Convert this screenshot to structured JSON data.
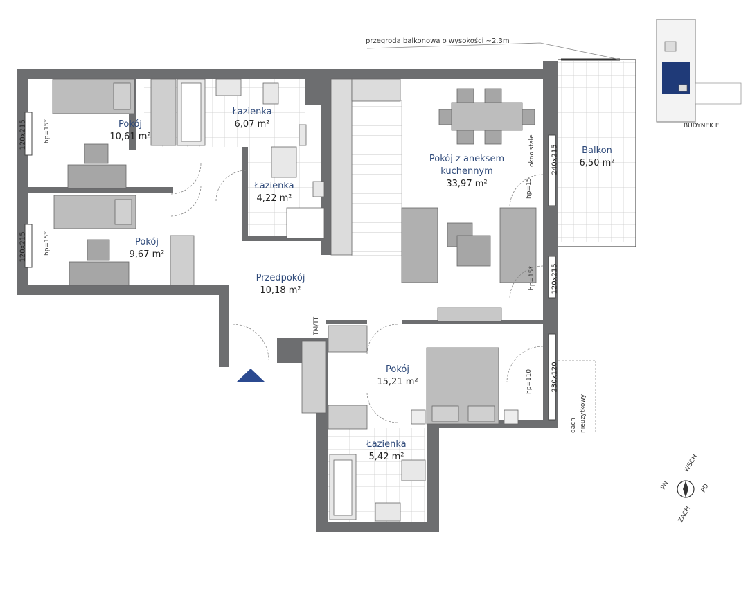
{
  "header": {
    "partition_note": "przegroda balkonowa o wysokości ~2.3m"
  },
  "building": {
    "label": "BUDYNEK E",
    "highlight_color": "#1f3a78"
  },
  "compass": {
    "n": "PN",
    "e": "WSCH",
    "s": "PD",
    "w": "ZACH"
  },
  "rooms": [
    {
      "name": "Pokój",
      "area": "10,61 m²"
    },
    {
      "name": "Łazienka",
      "area": "6,07 m²"
    },
    {
      "name": "Łazienka",
      "area": "4,22 m²"
    },
    {
      "name": "Pokój",
      "area": "9,67 m²"
    },
    {
      "name": "Przedpokój",
      "area": "10,18 m²"
    },
    {
      "name_line1": "Pokój z aneksem",
      "name_line2": "kuchennym",
      "area": "33,97 m²"
    },
    {
      "name": "Balkon",
      "area": "6,50 m²"
    },
    {
      "name": "Pokój",
      "area": "15,21 m²"
    },
    {
      "name": "Łazienka",
      "area": "5,42 m²"
    }
  ],
  "annotations": {
    "window_1": "120x215",
    "window_2": "120x215",
    "window_3": "120x215",
    "window_4": "240x215",
    "window_5": "230x120",
    "hp_1": "hp=15*",
    "hp_2": "hp=15*",
    "hp_3": "hp=15",
    "hp_4": "hp=15*",
    "hp_5": "hp=110",
    "fixed_window": "okno stałe",
    "roof_line1": "dach",
    "roof_line2": "nieużytkowy",
    "tm_tt": "TM/TT"
  },
  "colors": {
    "wall": "#6d6e70",
    "label": "#2f4a7a",
    "entry_arrow": "#2b4a90",
    "furniture": "#a6a6a6"
  }
}
